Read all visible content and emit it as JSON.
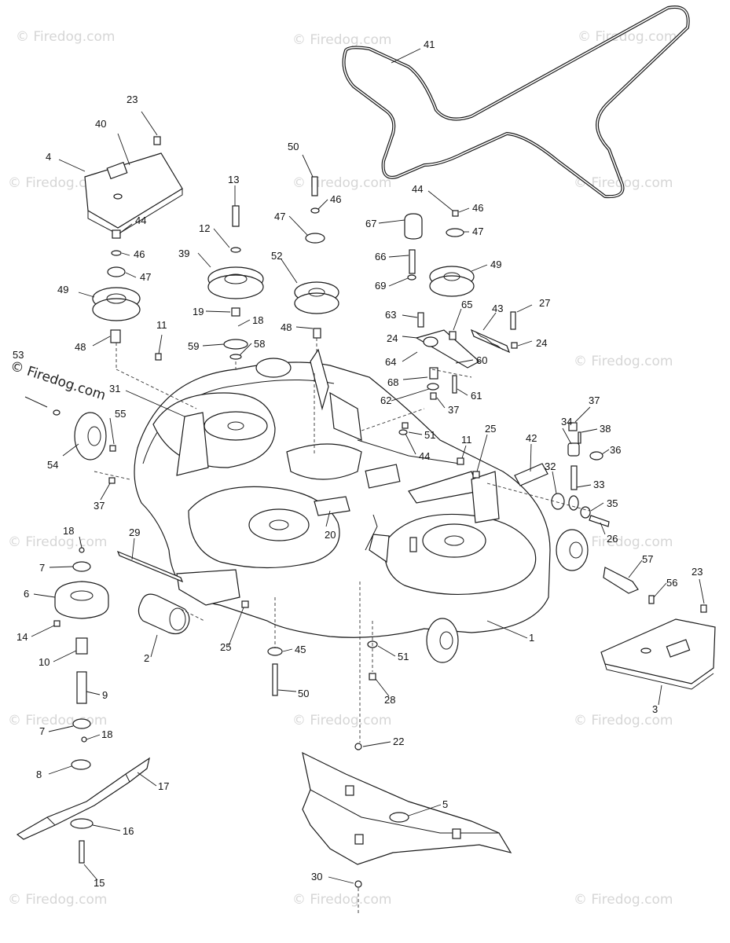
{
  "watermark": {
    "text": "© Firedog.com",
    "side_text": "© Firedog.com"
  },
  "callouts": {
    "c41": "41",
    "c23a": "23",
    "c40": "40",
    "c4": "4",
    "c44a": "44",
    "c46a": "46",
    "c47a": "47",
    "c49a": "49",
    "c48a": "48",
    "c11a": "11",
    "c53": "53",
    "c31": "31",
    "c54": "54",
    "c55": "55",
    "c37a": "37",
    "c13": "13",
    "c12": "12",
    "c39": "39",
    "c19": "19",
    "c18a": "18",
    "c59": "59",
    "c58": "58",
    "c50a": "50",
    "c46b": "46",
    "c47b": "47",
    "c52": "52",
    "c48b": "48",
    "c67": "67",
    "c66": "66",
    "c69": "69",
    "c44b": "44",
    "c46c": "46",
    "c47c": "47",
    "c49b": "49",
    "c65": "65",
    "c63": "63",
    "c24a": "24",
    "c43": "43",
    "c27": "27",
    "c24b": "24",
    "c64": "64",
    "c60": "60",
    "c68": "68",
    "c62": "62",
    "c61": "61",
    "c37b": "37",
    "c51a": "51",
    "c44c": "44",
    "c11b": "11",
    "c25a": "25",
    "c42": "42",
    "c37c": "37",
    "c38": "38",
    "c34": "34",
    "c36": "36",
    "c32": "32",
    "c33": "33",
    "c35": "35",
    "c26": "26",
    "c20": "20",
    "c57": "57",
    "c56": "56",
    "c23b": "23",
    "c18b": "18",
    "c29": "29",
    "c7a": "7",
    "c6": "6",
    "c14": "14",
    "c10": "10",
    "c2": "2",
    "c25b": "25",
    "c45": "45",
    "c51b": "51",
    "c1": "1",
    "c50b": "50",
    "c28": "28",
    "c3": "3",
    "c9": "9",
    "c7b": "7",
    "c18c": "18",
    "c22": "22",
    "c8": "8",
    "c17": "17",
    "c5": "5",
    "c16": "16",
    "c15": "15",
    "c30": "30"
  },
  "icons": [
    "mower-deck-diagram"
  ]
}
